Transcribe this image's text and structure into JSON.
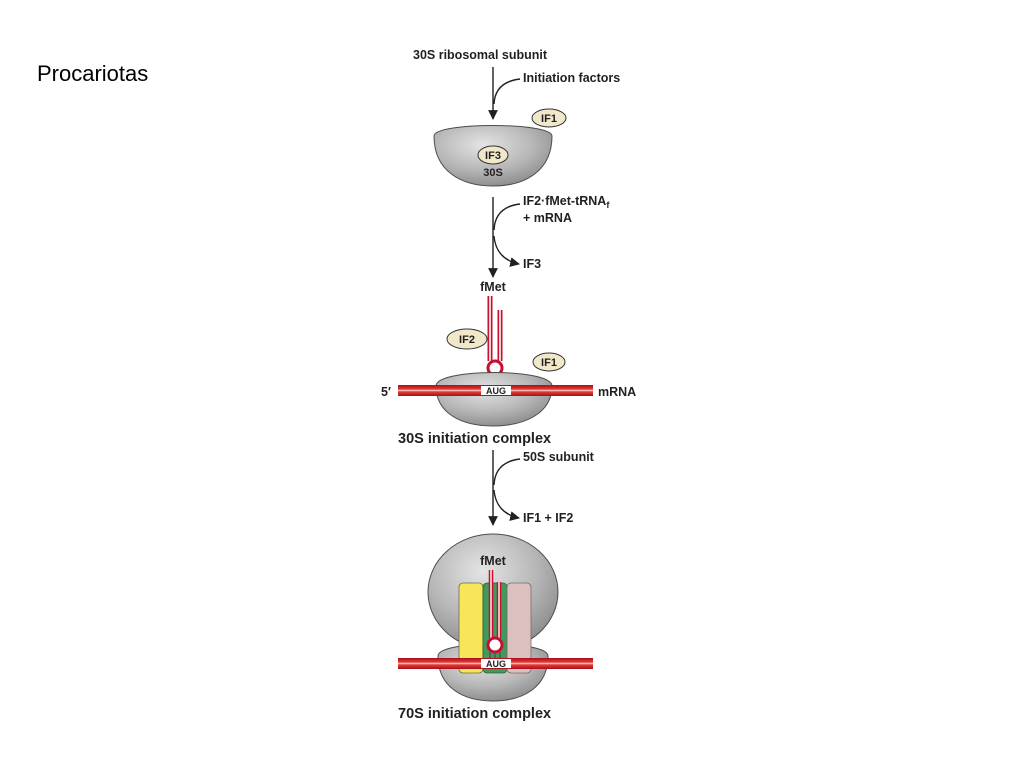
{
  "slide": {
    "title": "Procariotas"
  },
  "diagram": {
    "start_label": "30S  ribosomal subunit",
    "step1": {
      "added": "Initiation factors"
    },
    "subunit_30s": {
      "label": "30S",
      "if1": "IF1",
      "if3": "IF3"
    },
    "step2": {
      "added_line1": "IF2·fMet-tRNA",
      "added_line1_sub": "f",
      "added_line2": "+ mRNA",
      "released": "IF3"
    },
    "complex_30s": {
      "fmet": "fMet",
      "if2": "IF2",
      "if1": "IF1",
      "codon": "AUG",
      "five_prime": "5′",
      "mrna": "mRNA",
      "caption": "30S initiation complex"
    },
    "step3": {
      "added": "50S subunit",
      "released": "IF1 + IF2"
    },
    "complex_70s": {
      "fmet": "fMet",
      "codon": "AUG",
      "caption": "70S initiation complex"
    }
  },
  "colors": {
    "factor_fill": "#f1e8c9",
    "trna_red": "#c8102e",
    "site_a": "#f7e65a",
    "site_p": "#3f9a5c",
    "site_e": "#dcc0bf"
  }
}
